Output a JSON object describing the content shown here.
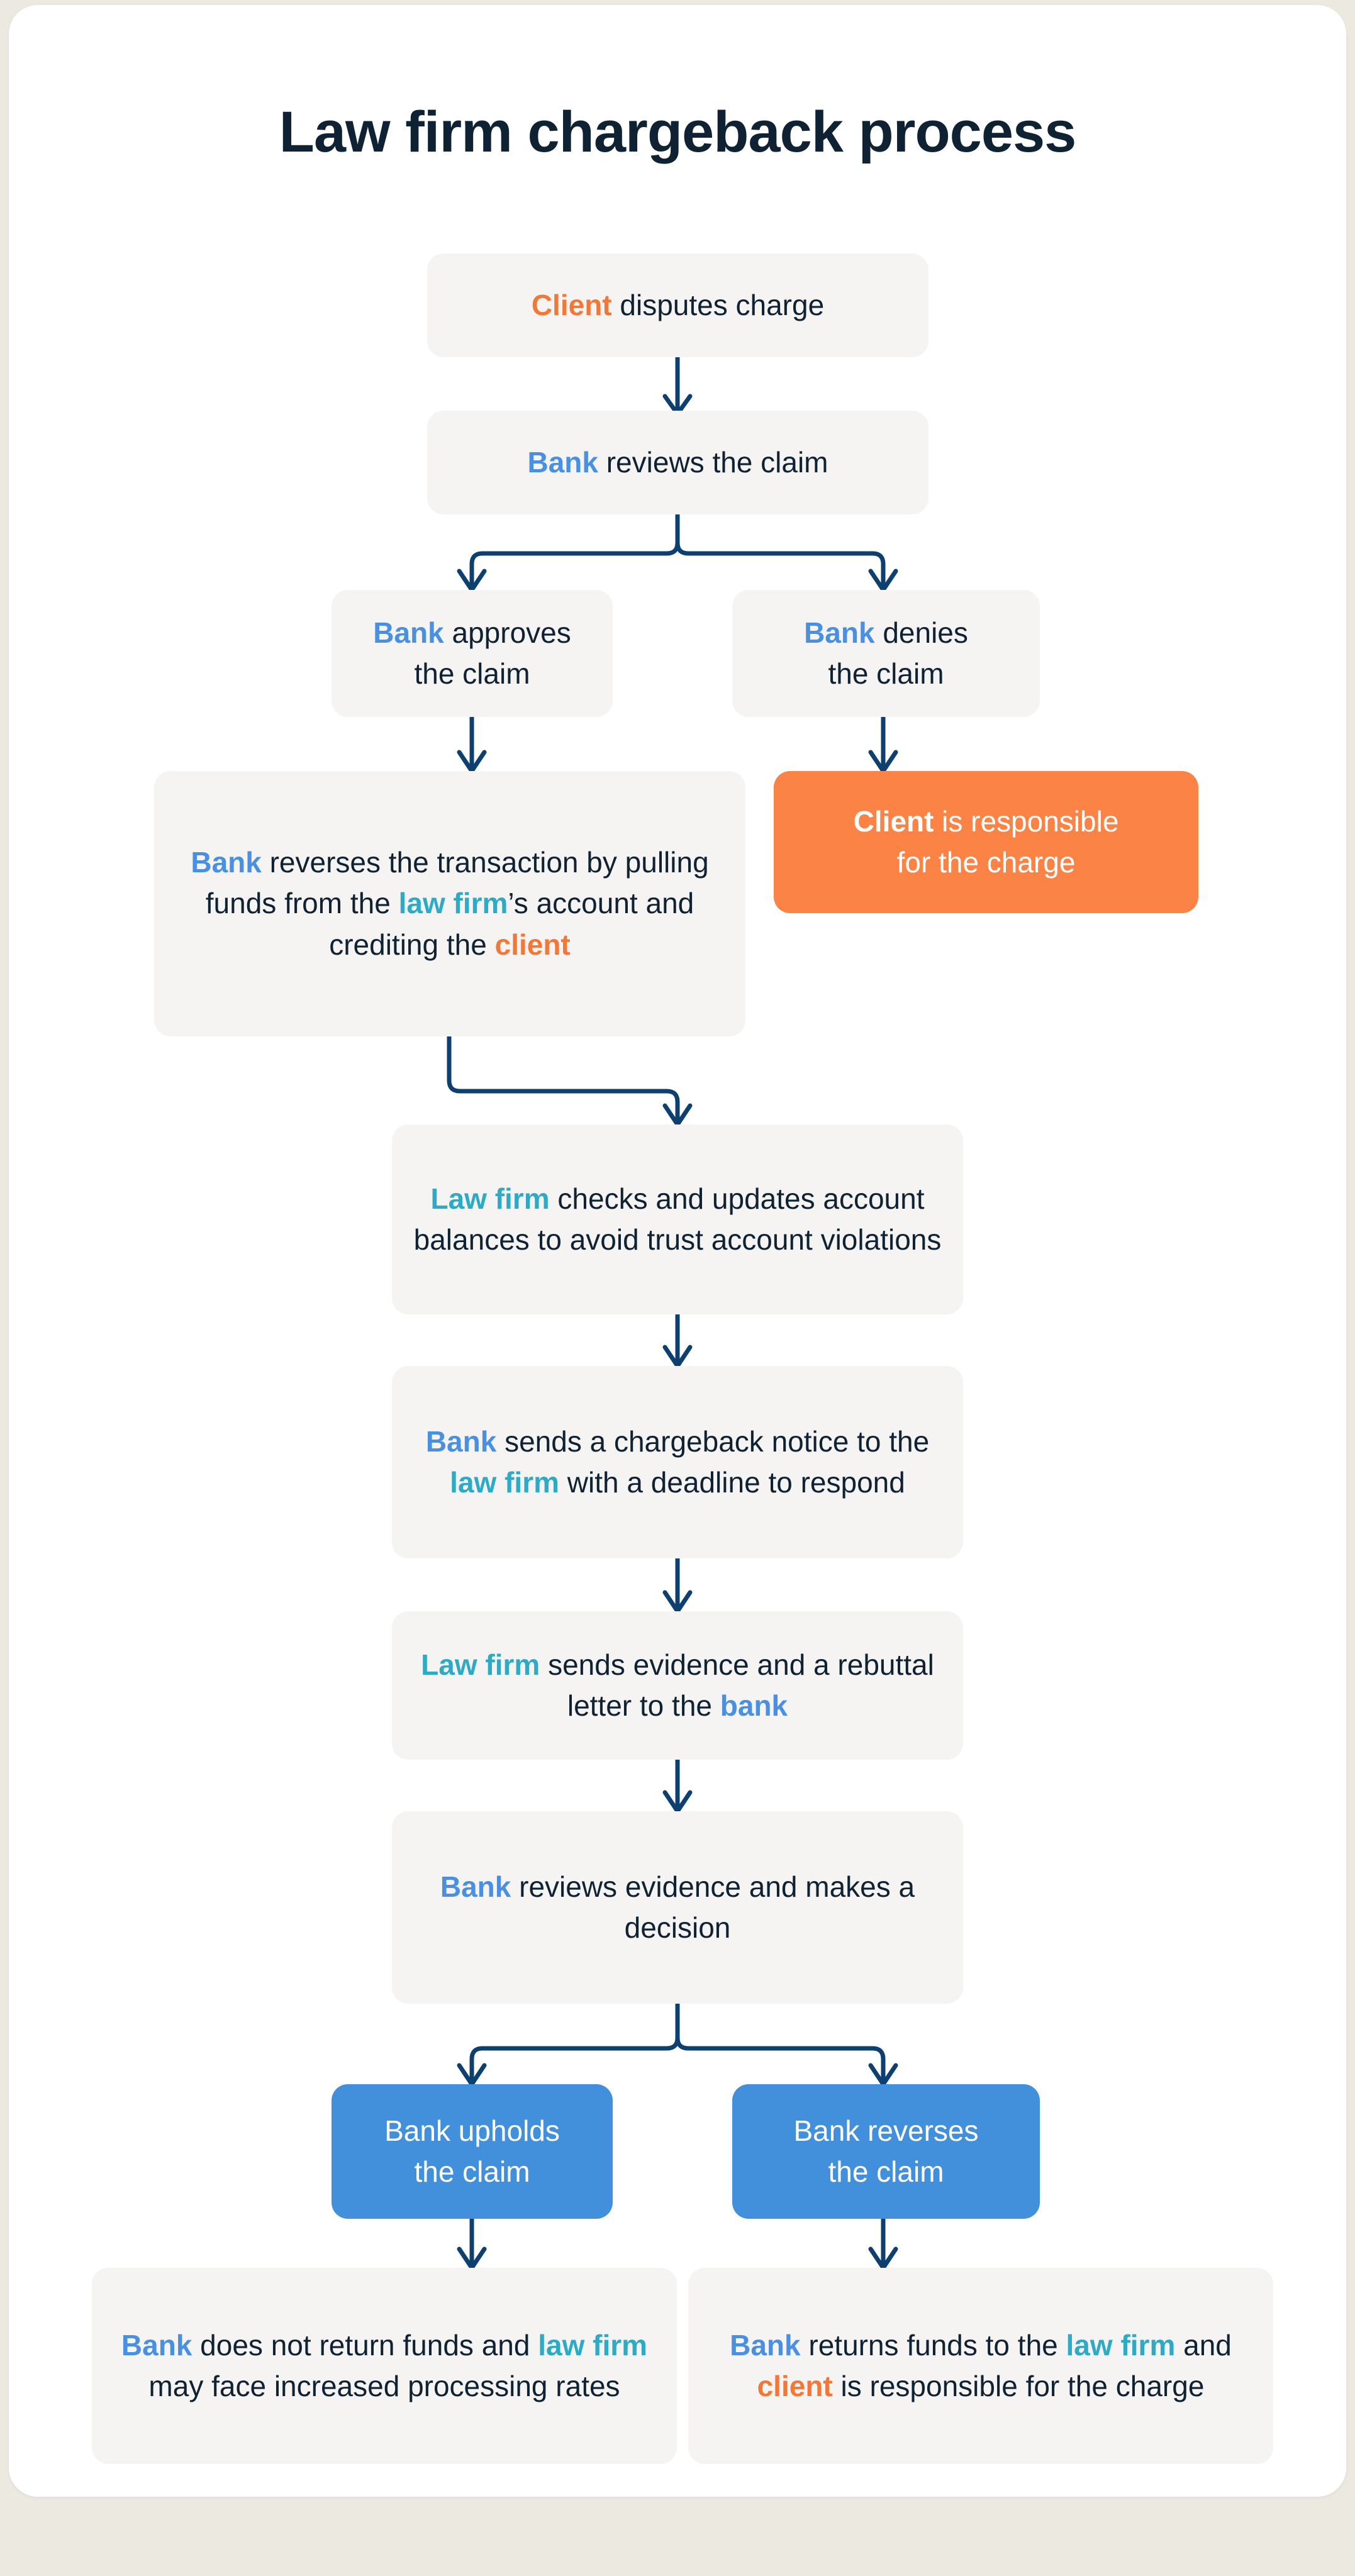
{
  "page": {
    "title": "Law firm chargeback process",
    "background_color": "#EBE9E0",
    "card_color": "#FFFFFF"
  },
  "palette": {
    "node_gray": "#F5F4F2",
    "node_orange": "#FB8345",
    "node_blue": "#4290DC",
    "text_dark": "#0F2233",
    "accent_bank": "#4A90E2",
    "accent_law_firm": "#2DAAC5",
    "accent_client": "#F37736",
    "connector": "#0D4070"
  },
  "chart_data": {
    "type": "diagram",
    "title": "Law firm chargeback process",
    "nodes": [
      {
        "id": "n1",
        "style": "gray",
        "text": "Client disputes charge",
        "segments": [
          {
            "t": "Client",
            "accent": "client"
          },
          {
            "t": " disputes charge",
            "accent": "none"
          }
        ]
      },
      {
        "id": "n2",
        "style": "gray",
        "text": "Bank reviews the claim",
        "segments": [
          {
            "t": "Bank",
            "accent": "bank"
          },
          {
            "t": " reviews the claim",
            "accent": "none"
          }
        ]
      },
      {
        "id": "n3",
        "style": "gray",
        "text": "Bank approves the claim",
        "segments": [
          {
            "t": "Bank",
            "accent": "bank"
          },
          {
            "t": " approves\nthe claim",
            "accent": "none"
          }
        ]
      },
      {
        "id": "n4",
        "style": "gray",
        "text": "Bank denies the claim",
        "segments": [
          {
            "t": "Bank",
            "accent": "bank"
          },
          {
            "t": " denies\nthe claim",
            "accent": "none"
          }
        ]
      },
      {
        "id": "n5",
        "style": "gray",
        "text": "Bank reverses the transaction by pulling funds from the law firm’s account and crediting the client",
        "segments": [
          {
            "t": "Bank",
            "accent": "bank"
          },
          {
            "t": " reverses the transaction by pulling funds from the ",
            "accent": "none"
          },
          {
            "t": "law firm",
            "accent": "law"
          },
          {
            "t": "’s account and crediting the ",
            "accent": "none"
          },
          {
            "t": "client",
            "accent": "client"
          }
        ]
      },
      {
        "id": "n6",
        "style": "orange",
        "text": "Client is responsible for the charge",
        "segments": [
          {
            "t": "Client",
            "accent": "client"
          },
          {
            "t": " is responsible\nfor the charge",
            "accent": "none"
          }
        ]
      },
      {
        "id": "n7",
        "style": "gray",
        "text": "Law firm checks and updates account balances to avoid trust account violations",
        "segments": [
          {
            "t": "Law firm",
            "accent": "law"
          },
          {
            "t": " checks and updates account balances to avoid trust account violations",
            "accent": "none"
          }
        ]
      },
      {
        "id": "n8",
        "style": "gray",
        "text": "Bank sends a chargeback notice to the law firm with a deadline to respond",
        "segments": [
          {
            "t": "Bank",
            "accent": "bank"
          },
          {
            "t": " sends a chargeback notice to the ",
            "accent": "none"
          },
          {
            "t": "law firm",
            "accent": "law"
          },
          {
            "t": " with a deadline to respond",
            "accent": "none"
          }
        ]
      },
      {
        "id": "n9",
        "style": "gray",
        "text": "Law firm sends evidence and a rebuttal letter to the bank",
        "segments": [
          {
            "t": "Law firm",
            "accent": "law"
          },
          {
            "t": " sends evidence and a rebuttal letter to the ",
            "accent": "none"
          },
          {
            "t": "bank",
            "accent": "bank"
          }
        ]
      },
      {
        "id": "n10",
        "style": "gray",
        "text": "Bank reviews evidence and makes a decision",
        "segments": [
          {
            "t": "Bank",
            "accent": "bank"
          },
          {
            "t": " reviews evidence and makes a decision",
            "accent": "none"
          }
        ]
      },
      {
        "id": "n11",
        "style": "blue",
        "text": "Bank upholds the claim",
        "segments": [
          {
            "t": "Bank upholds\nthe claim",
            "accent": "none"
          }
        ]
      },
      {
        "id": "n12",
        "style": "blue",
        "text": "Bank reverses the claim",
        "segments": [
          {
            "t": "Bank reverses\nthe claim",
            "accent": "none"
          }
        ]
      },
      {
        "id": "n13",
        "style": "gray",
        "text": "Bank does not return funds and law firm may face increased processing rates",
        "segments": [
          {
            "t": "Bank",
            "accent": "bank"
          },
          {
            "t": " does not return funds and ",
            "accent": "none"
          },
          {
            "t": "law firm",
            "accent": "law"
          },
          {
            "t": " may face increased processing rates",
            "accent": "none"
          }
        ]
      },
      {
        "id": "n14",
        "style": "gray",
        "text": "Bank returns funds to the law firm and client is responsible for the charge",
        "segments": [
          {
            "t": "Bank",
            "accent": "bank"
          },
          {
            "t": " returns funds to the ",
            "accent": "none"
          },
          {
            "t": "law firm",
            "accent": "law"
          },
          {
            "t": " and ",
            "accent": "none"
          },
          {
            "t": "client",
            "accent": "client"
          },
          {
            "t": " is responsible for the charge",
            "accent": "none"
          }
        ]
      }
    ],
    "edges": [
      {
        "from": "n1",
        "to": "n2",
        "kind": "straight"
      },
      {
        "from": "n2",
        "to": "n3",
        "kind": "split-left"
      },
      {
        "from": "n2",
        "to": "n4",
        "kind": "split-right"
      },
      {
        "from": "n3",
        "to": "n5",
        "kind": "straight"
      },
      {
        "from": "n4",
        "to": "n6",
        "kind": "straight"
      },
      {
        "from": "n5",
        "to": "n7",
        "kind": "elbow"
      },
      {
        "from": "n7",
        "to": "n8",
        "kind": "straight"
      },
      {
        "from": "n8",
        "to": "n9",
        "kind": "straight"
      },
      {
        "from": "n9",
        "to": "n10",
        "kind": "straight"
      },
      {
        "from": "n10",
        "to": "n11",
        "kind": "split-left"
      },
      {
        "from": "n10",
        "to": "n12",
        "kind": "split-right"
      },
      {
        "from": "n11",
        "to": "n13",
        "kind": "straight"
      },
      {
        "from": "n12",
        "to": "n14",
        "kind": "straight"
      }
    ]
  }
}
